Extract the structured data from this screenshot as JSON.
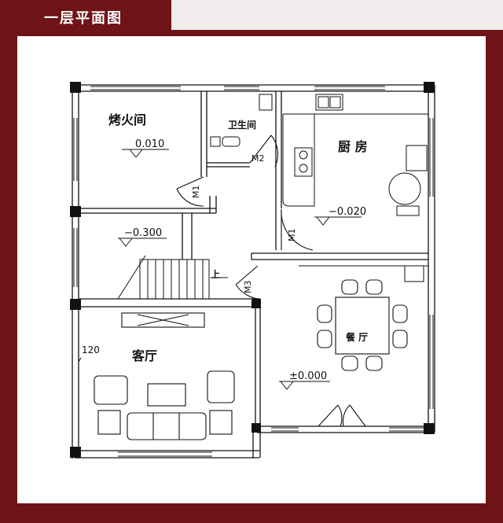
{
  "header": {
    "title": "一层平面图"
  },
  "colors": {
    "frame": "#6e1416",
    "paper": "#ffffff",
    "background": "#efeceb",
    "line": "#111111"
  },
  "rooms": {
    "bbq": {
      "name": "烤火间",
      "level": "0.010"
    },
    "bathroom": {
      "name": "卫生间"
    },
    "kitchen": {
      "name": "厨 房",
      "level": "−0.020"
    },
    "stair_hall": {
      "level": "−0.300",
      "up_mark": "上"
    },
    "dining": {
      "name": "餐 厅"
    },
    "living": {
      "name": "客厅",
      "level": "±0.000"
    }
  },
  "doors": {
    "bbq": "M1",
    "bathroom": "M2",
    "kitchen": "M1",
    "hall": "M3"
  },
  "dimension": "120",
  "icons": [
    "stove-icon",
    "sink-icon",
    "toilet-icon",
    "washbasin-icon",
    "dining-table-icon",
    "chair-icon",
    "sofa-icon",
    "armchair-icon",
    "coffee-table-icon",
    "tv-cabinet-icon",
    "staircase-icon",
    "fridge-icon"
  ]
}
